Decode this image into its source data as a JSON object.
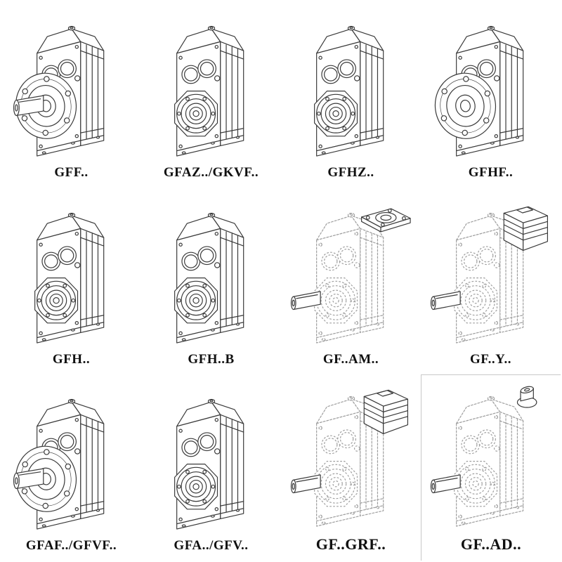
{
  "colors": {
    "background": "#ffffff",
    "line_solid": "#3a3a3a",
    "line_dashed": "#9f9f9f",
    "label_text": "#101010"
  },
  "catalog": {
    "items": [
      {
        "label": "GFF..",
        "drawing": "flange-gear-unit-with-shaft"
      },
      {
        "label": "GFAZ../GKVF..",
        "drawing": "shaft-mounted-gear-unit"
      },
      {
        "label": "GFHZ..",
        "drawing": "shaft-mounted-gear-unit"
      },
      {
        "label": "GFHF..",
        "drawing": "flange-gear-unit"
      },
      {
        "label": "GFH..",
        "drawing": "shaft-mounted-gear-unit"
      },
      {
        "label": "GFH..B",
        "drawing": "shaft-mounted-gear-unit"
      },
      {
        "label": "GF..AM..",
        "drawing": "gear-unit-with-adapter-flange-outline"
      },
      {
        "label": "GF..Y..",
        "drawing": "gear-unit-with-motor-outline"
      },
      {
        "label": "GFAF../GFVF..",
        "drawing": "flange-gear-unit-with-shaft"
      },
      {
        "label": "GFA../GFV..",
        "drawing": "shaft-mounted-gear-unit"
      },
      {
        "label": "GF..GRF..",
        "drawing": "gear-unit-with-motor-outline"
      },
      {
        "label": "GF..AD..",
        "drawing": "gear-unit-with-input-adapter-outline"
      }
    ]
  }
}
